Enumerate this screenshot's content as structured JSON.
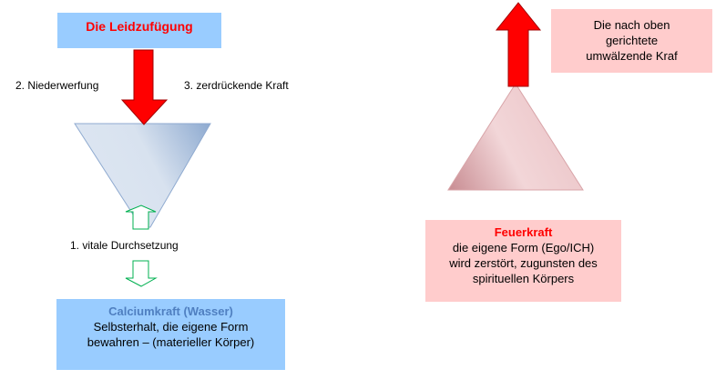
{
  "left": {
    "title": "Die Leidzufügung",
    "label_2": "2. Niederwerfung",
    "label_3": "3. zerdrückende Kraft",
    "label_1": "1. vitale Durchsetzung",
    "bottom_box": {
      "heading": "Calciumkraft (Wasser)",
      "line1": "Selbsterhalt, die eigene Form",
      "line2": "bewahren – (materieller Körper)"
    }
  },
  "right": {
    "top_box": {
      "line1": "Die nach oben",
      "line2": "gerichtete",
      "line3": "umwälzende Kraf"
    },
    "bottom_box": {
      "heading": "Feuerkraft",
      "line1": "die eigene Form (Ego/ICH)",
      "line2": "wird zerstört, zugunsten des",
      "line3": "spirituellen Körpers"
    }
  },
  "colors": {
    "blue_box": "#99ccff",
    "pink_box": "#ffcccc",
    "red": "#ff0000",
    "green": "#00b050",
    "heading_blue": "#4f7fc0"
  }
}
